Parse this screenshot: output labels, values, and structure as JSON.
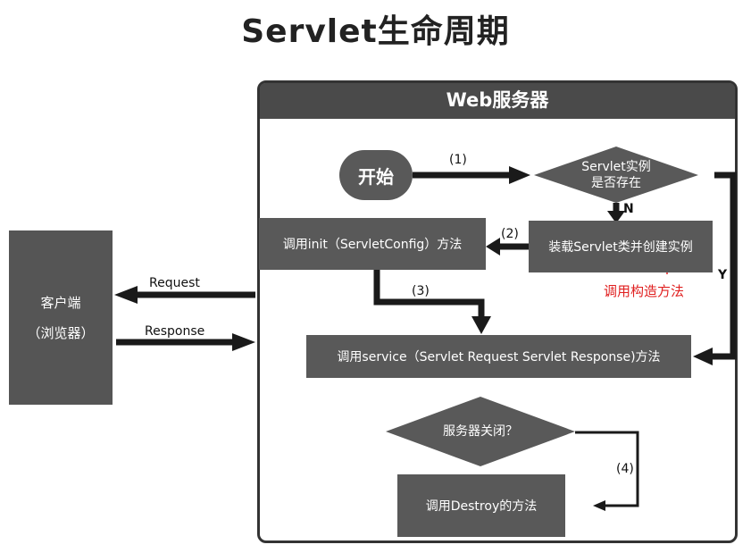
{
  "title": "Servlet生命周期",
  "server_header": "Web服务器",
  "client": {
    "line1": "客户端",
    "line2": "（浏览器）"
  },
  "start": "开始",
  "decision_exists": {
    "line1": "Servlet实例",
    "line2": "是否存在"
  },
  "init_box": "调用init（ServletConfig）方法",
  "load_box": "装载Servlet类并创建实例",
  "service_box": "调用service（Servlet Request Servlet Response)方法",
  "decision_shutdown": "服务器关闭？",
  "destroy_box": "调用Destroy的方法",
  "note": "调用构造方法",
  "labels": {
    "step1": "(1)",
    "step2": "(2)",
    "step3": "(3)",
    "step4": "(4)",
    "no": "N",
    "yes": "Y",
    "request": "Request",
    "response": "Response"
  },
  "colors": {
    "box": "#595959",
    "arrow": "#1a1a1a",
    "note": "#e02020",
    "header": "#4a4a4a"
  }
}
